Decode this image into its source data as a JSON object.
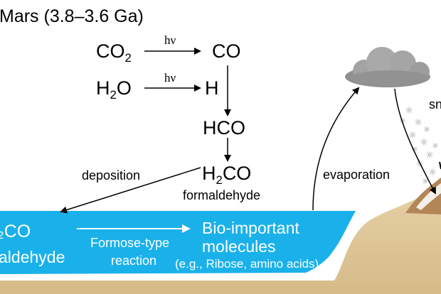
{
  "title": "Mars (3.8–3.6 Ga)",
  "reactions": {
    "co2_base": "CO",
    "co2_sub": "2",
    "co": "CO",
    "h2o_pre": "H",
    "h2o_sub": "2",
    "h2o_post": "O",
    "h": "H",
    "hv_1": "hν",
    "hv_2": "hν",
    "hco": "HCO",
    "h2co_pre": "H",
    "h2co_sub": "2",
    "h2co_post": "CO",
    "formaldehyde_label": "formaldehyde"
  },
  "labels": {
    "deposition": "deposition",
    "evaporation": "evaporation",
    "snow_partial": "sn"
  },
  "ocean": {
    "h2co_partial": "₂CO",
    "formaldehyde_partial": "aldehyde",
    "formose_line1": "Formose-type",
    "formose_line2": "reaction",
    "bio_line1": "Bio-important",
    "bio_line2": "molecules",
    "examples": "(e.g., Ribose, amino acids)"
  },
  "colors": {
    "ocean": "#1ab1ea",
    "sand": "#dcc496",
    "cloud": "#9a9a9a",
    "text_on_ocean": "#ffffff",
    "volcano_snow": "#b98a5c"
  }
}
